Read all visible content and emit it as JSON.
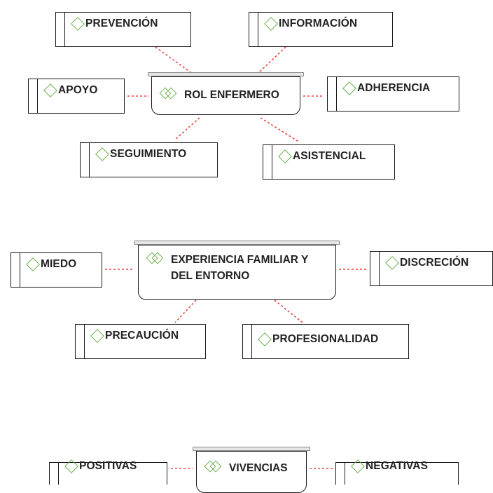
{
  "families": {
    "rol": {
      "label": "ROL ENFERMERO"
    },
    "experiencia": {
      "label_line1": "EXPERIENCIA FAMILIAR Y",
      "label_line2": "DEL ENTORNO"
    },
    "vivencias": {
      "label": "VIVENCIAS"
    }
  },
  "codes": {
    "prevencion": "PREVENCIÓN",
    "informacion": "INFORMACIÓN",
    "apoyo": "APOYO",
    "adherencia": "ADHERENCIA",
    "seguimiento": "SEGUIMIENTO",
    "asistencial": "ASISTENCIAL",
    "miedo": "MIEDO",
    "discrecion": "DISCRECIÓN",
    "precaucion": "PRECAUCIÓN",
    "profesionalidad": "PROFESIONALIDAD",
    "positivas": "POSITIVAS",
    "negativas": "NEGATIVAS"
  },
  "icons": {
    "code": "diamond-icon",
    "family": "double-diamond-icon"
  },
  "colors": {
    "link": "#e8473f",
    "icon": "#6ab04c",
    "border": "#1a1a1a"
  }
}
